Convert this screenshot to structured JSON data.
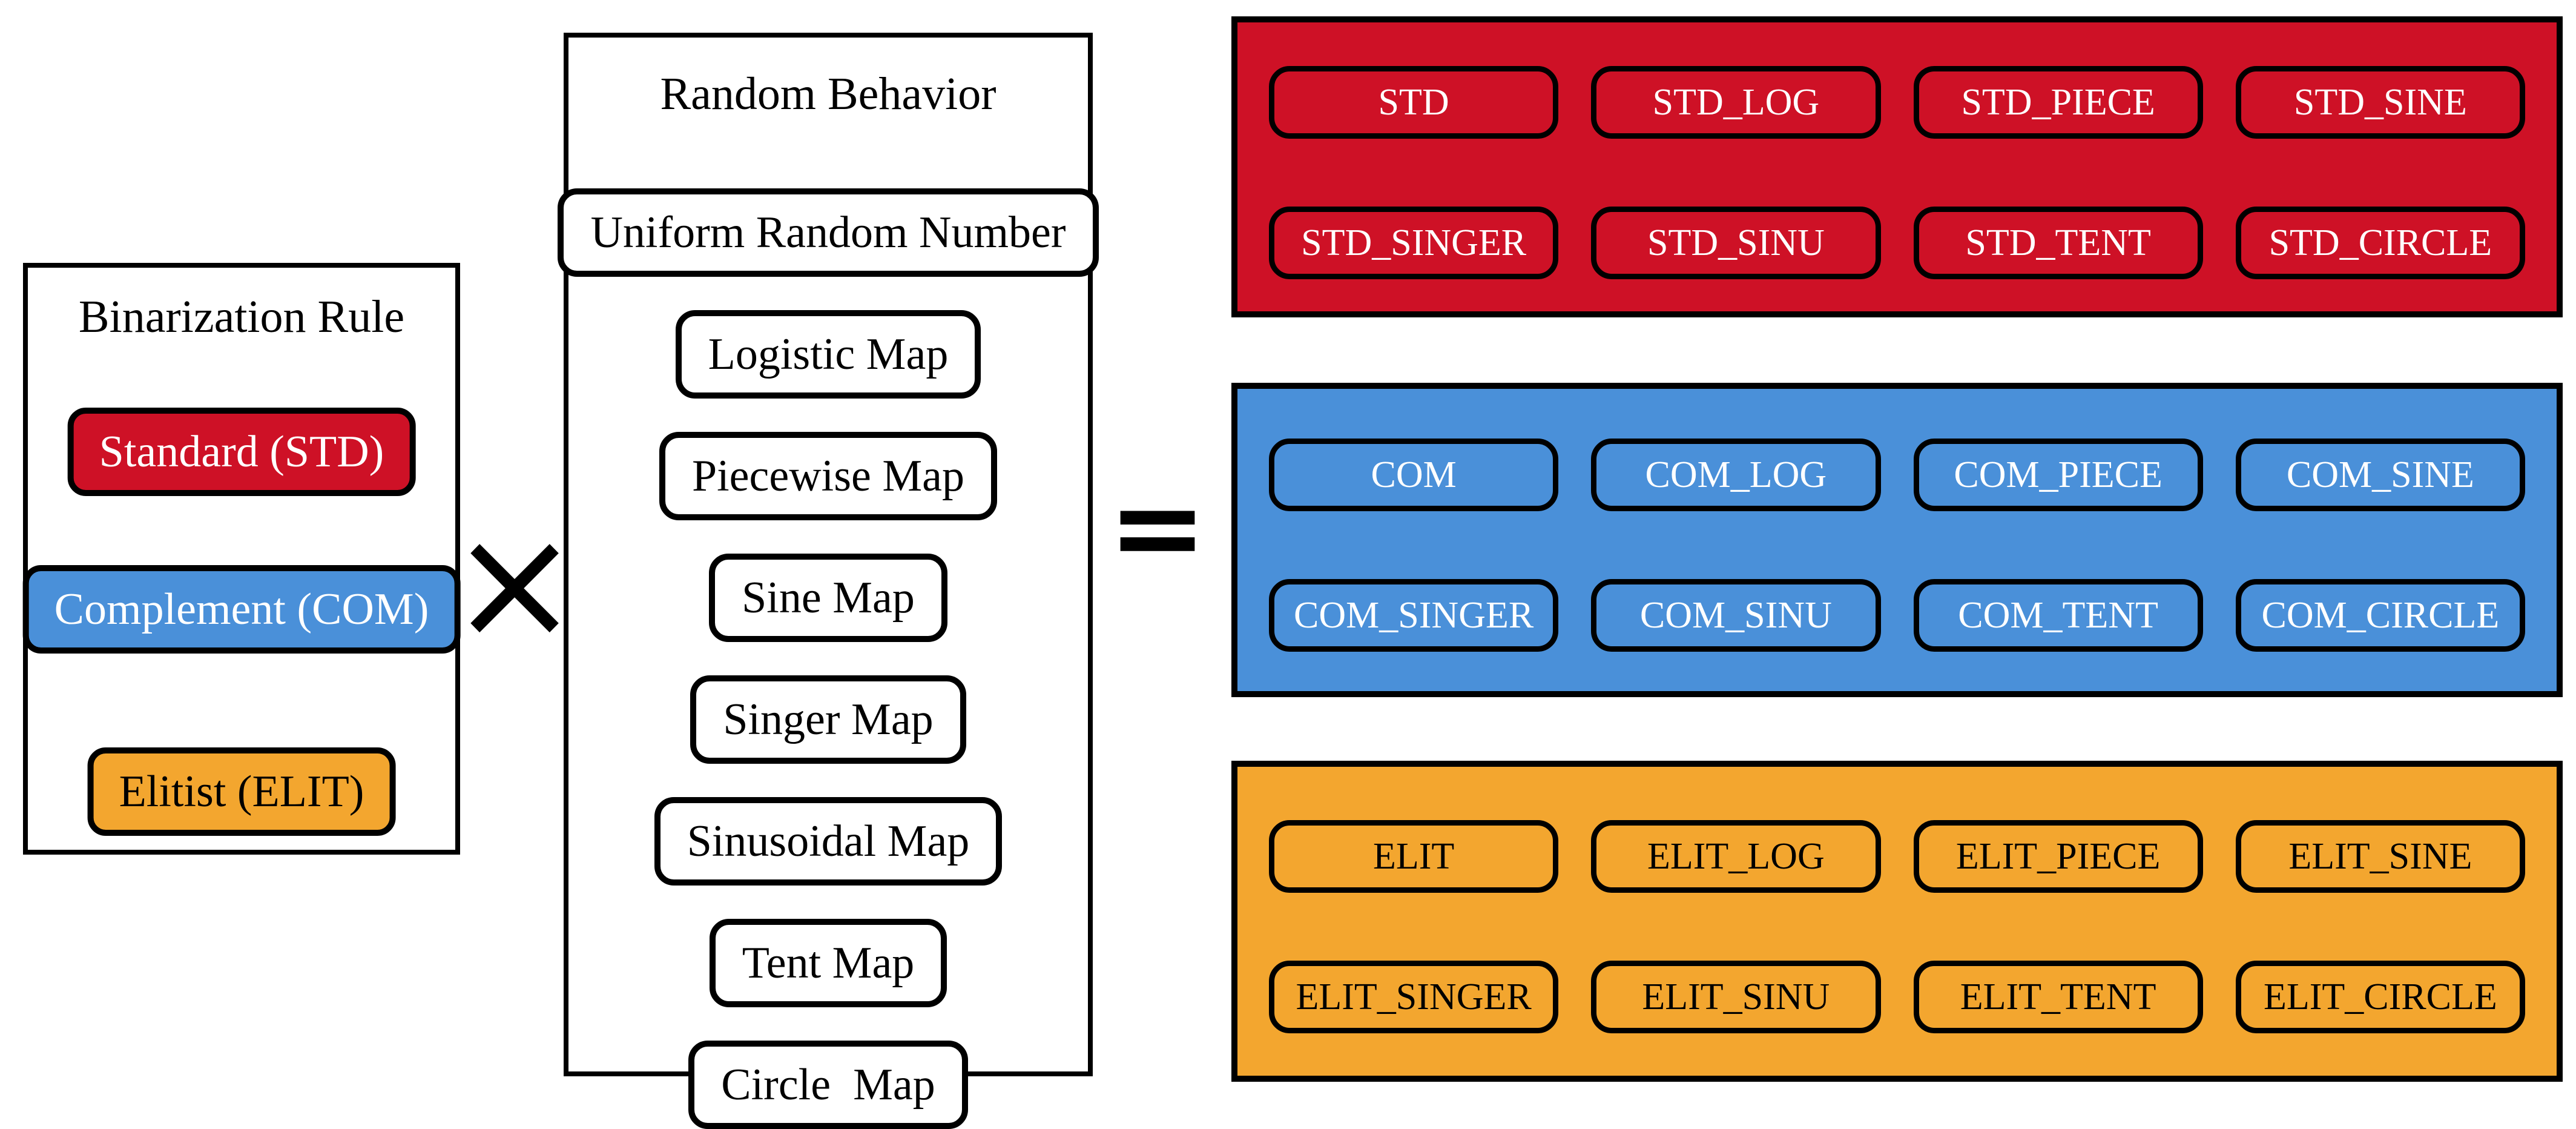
{
  "figure": {
    "binarization": {
      "title": "Binarization Rule",
      "items": [
        {
          "label": "Standard (STD)",
          "color": "#CE1126",
          "text": "#FFFFFF"
        },
        {
          "label": "Complement (COM)",
          "color": "#4A90D9",
          "text": "#FFFFFF"
        },
        {
          "label": "Elitist (ELIT)",
          "color": "#F3A62F",
          "text": "#000000"
        }
      ]
    },
    "random_behavior": {
      "title": "Random Behavior",
      "items": [
        "Uniform Random Number",
        "Logistic Map",
        "Piecewise Map",
        "Sine Map",
        "Singer Map",
        "Sinusoidal Map",
        "Tent Map",
        "Circle  Map"
      ]
    },
    "operators": {
      "multiply": "×",
      "equals": "="
    },
    "result_panels": [
      {
        "id": "STD",
        "background": "#CE1126",
        "text_color": "#FFFFFF",
        "cells": [
          "STD",
          "STD_LOG",
          "STD_PIECE",
          "STD_SINE",
          "STD_SINGER",
          "STD_SINU",
          "STD_TENT",
          "STD_CIRCLE"
        ]
      },
      {
        "id": "COM",
        "background": "#4A90D9",
        "text_color": "#FFFFFF",
        "cells": [
          "COM",
          "COM_LOG",
          "COM_PIECE",
          "COM_SINE",
          "COM_SINGER",
          "COM_SINU",
          "COM_TENT",
          "COM_CIRCLE"
        ]
      },
      {
        "id": "ELIT",
        "background": "#F3A62F",
        "text_color": "#000000",
        "cells": [
          "ELIT",
          "ELIT_LOG",
          "ELIT_PIECE",
          "ELIT_SINE",
          "ELIT_SINGER",
          "ELIT_SINU",
          "ELIT_TENT",
          "ELIT_CIRCLE"
        ]
      }
    ]
  }
}
